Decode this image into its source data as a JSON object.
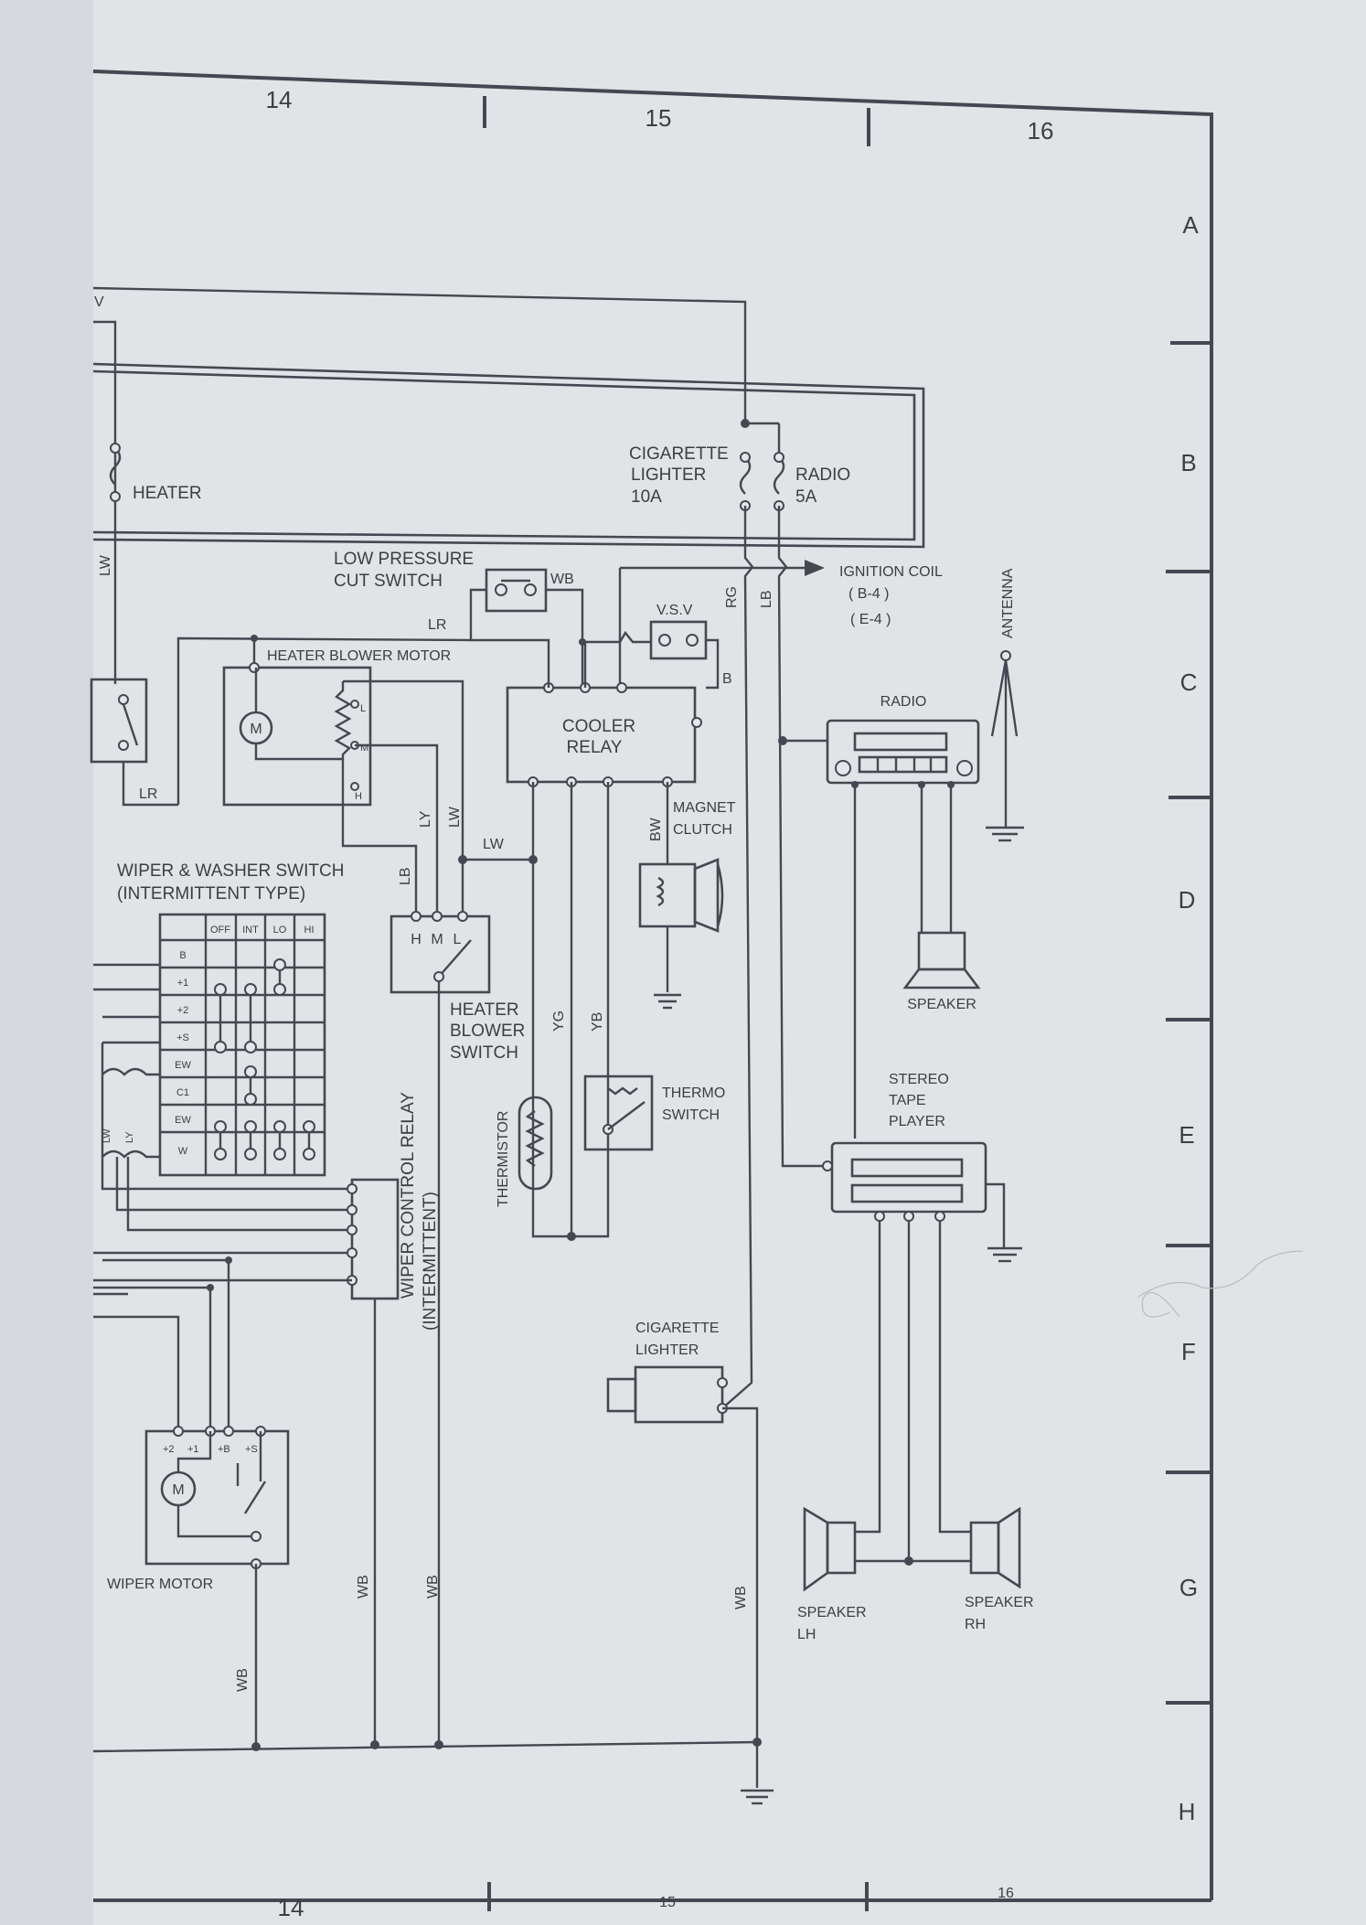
{
  "columns": [
    "14",
    "15",
    "16"
  ],
  "rows": [
    "A",
    "B",
    "C",
    "D",
    "E",
    "F",
    "G",
    "H"
  ],
  "labels": {
    "heater": "HEATER",
    "cig_fuse": [
      "CIGARETTE",
      "LIGHTER",
      "10A"
    ],
    "radio_fuse": [
      "RADIO",
      "5A"
    ],
    "low_pressure": [
      "LOW PRESSURE",
      "CUT SWITCH"
    ],
    "vsv": "V.S.V",
    "ignition": [
      "IGNITION COIL",
      "( B-4 )",
      "( E-4 )"
    ],
    "antenna": "ANTENNA",
    "blower_motor": "HEATER BLOWER MOTOR",
    "cooler_relay": [
      "COOLER",
      "RELAY"
    ],
    "radio": "RADIO",
    "magnet_clutch": [
      "MAGNET",
      "CLUTCH"
    ],
    "wiper_switch": [
      "WIPER & WASHER SWITCH",
      "(INTERMITTENT TYPE)"
    ],
    "blower_switch": [
      "HEATER",
      "BLOWER",
      "SWITCH"
    ],
    "blower_switch_pos": [
      "H",
      "M",
      "L"
    ],
    "motor_taps": [
      "L",
      "M",
      "H"
    ],
    "motor_symbol": "M",
    "speaker": "SPEAKER",
    "thermistor": "THERMISTOR",
    "thermo_switch": [
      "THERMO",
      "SWITCH"
    ],
    "stereo": [
      "STEREO",
      "TAPE",
      "PLAYER"
    ],
    "wiper_relay": [
      "WIPER CONTROL RELAY",
      "(INTERMITTENT)"
    ],
    "cig_lighter": [
      "CIGARETTE",
      "LIGHTER"
    ],
    "wiper_motor": "WIPER MOTOR",
    "wiper_motor_terms": [
      "+2",
      "+1",
      "+B",
      "+S"
    ],
    "speaker_lh": [
      "SPEAKER",
      "LH"
    ],
    "speaker_rh": [
      "SPEAKER",
      "RH"
    ]
  },
  "wire_codes": {
    "v": "V",
    "wb": "WB",
    "lr": "LR",
    "lw": "LW",
    "ly": "LY",
    "lb": "LB",
    "rg": "RG",
    "bw": "BW",
    "b": "B",
    "yg": "YG",
    "yb": "YB"
  },
  "switch_table": {
    "headers": [
      "OFF",
      "INT",
      "LO",
      "HI"
    ],
    "rows": [
      "B",
      "+1",
      "+2",
      "+S",
      "EW",
      "C1",
      "EW",
      "W"
    ]
  }
}
